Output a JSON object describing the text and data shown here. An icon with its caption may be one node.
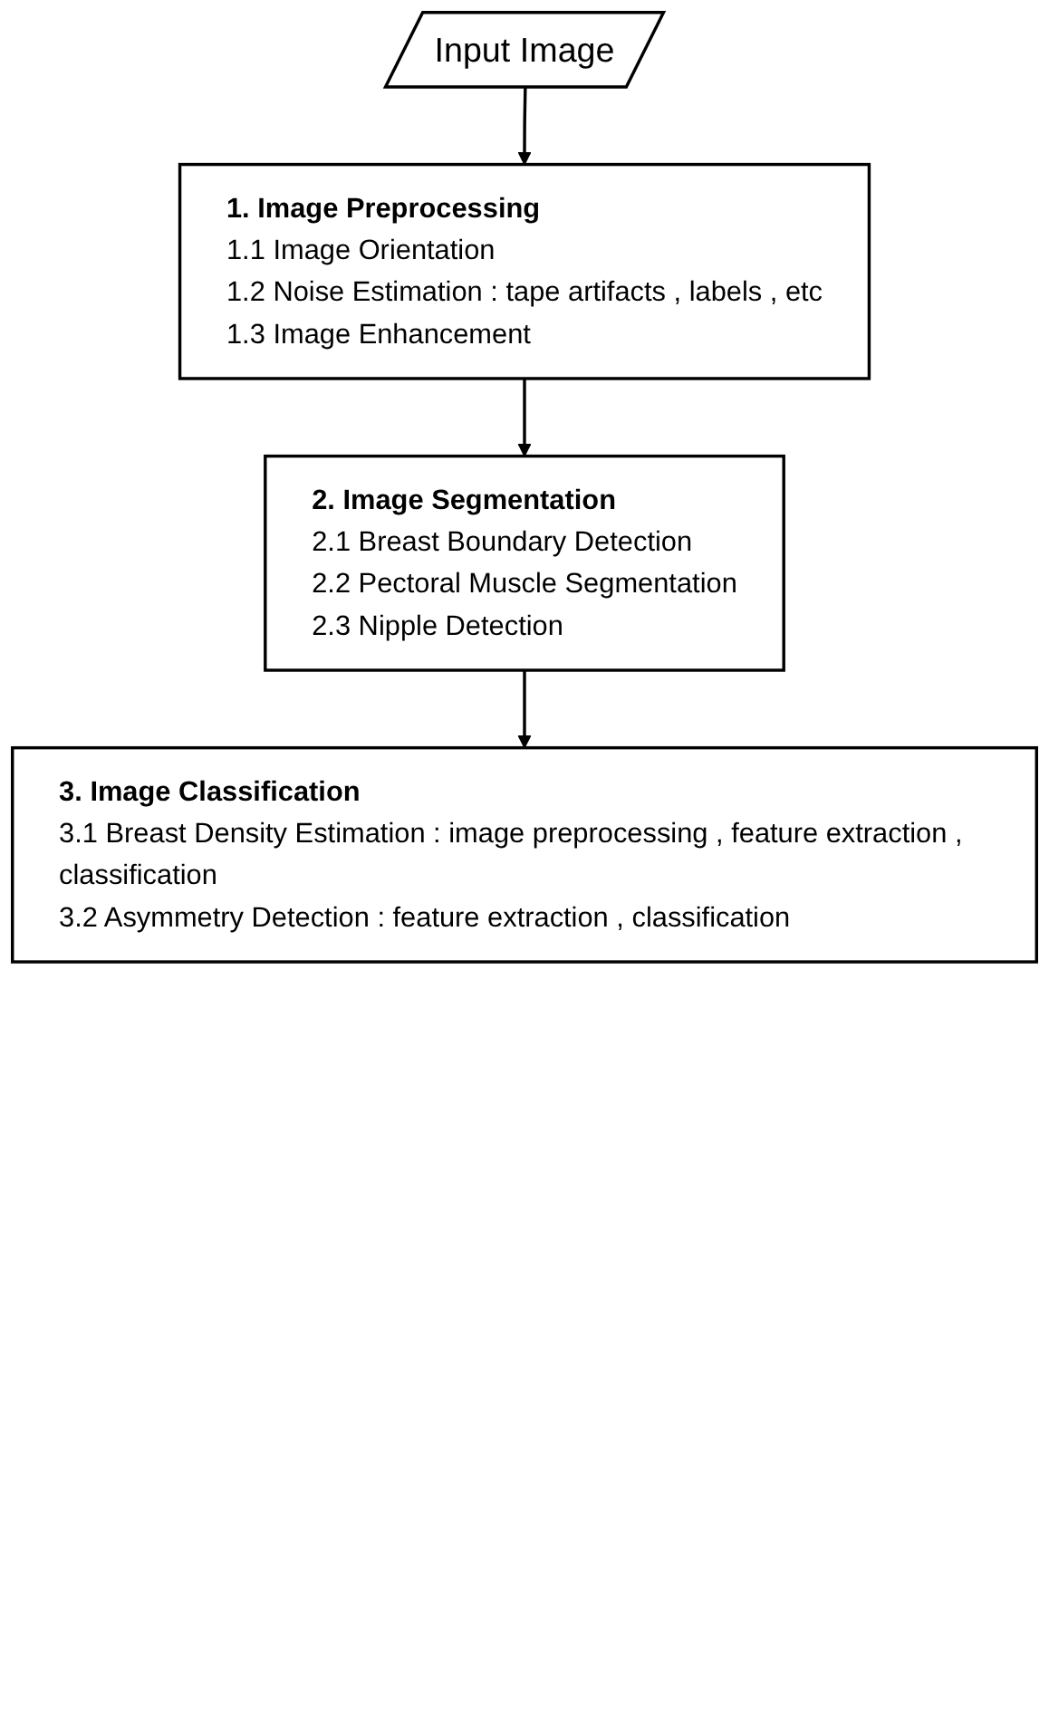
{
  "diagram": {
    "nodes": [
      {
        "text": [
          "Input Image"
        ]
      },
      {
        "text": [
          "1. Image Preprocessing",
          "1.1 Image Orientation",
          "1.2 Noise Estimation : tape artifacts , labels , etc",
          "1.3 Image Enhancement"
        ]
      },
      {
        "text": [
          "2. Image Segmentation",
          "2.1 Breast Boundary Detection",
          "2.2 Pectoral Muscle Segmentation",
          "2.3 Nipple Detection"
        ]
      },
      {
        "text": [
          "3. Image Classification",
          "3.1 Breast Density Estimation : image preprocessing , feature extraction , classification",
          "3.2 Asymmetry Detection : feature extraction , classification"
        ]
      }
    ],
    "edges": [
      {
        "from": 0,
        "to": 1,
        "arrow": "to"
      },
      {
        "from": 1,
        "to": 2,
        "arrow": "to"
      },
      {
        "from": 2,
        "to": 3,
        "arrow": "to"
      }
    ]
  }
}
